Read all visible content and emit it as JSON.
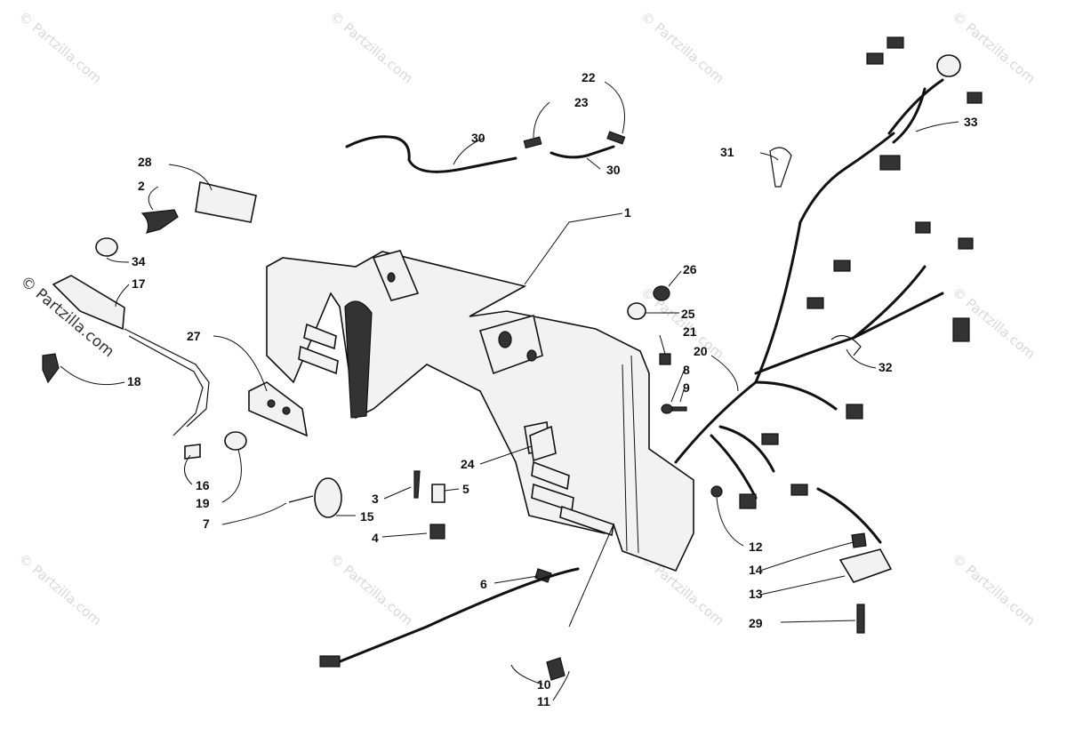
{
  "watermark": "© Partzilla.com",
  "callouts": [
    "1",
    "2",
    "3",
    "4",
    "5",
    "6",
    "7",
    "8",
    "9",
    "10",
    "11",
    "12",
    "13",
    "14",
    "15",
    "16",
    "17",
    "18",
    "19",
    "20",
    "21",
    "22",
    "23",
    "24",
    "25",
    "26",
    "27",
    "28",
    "29",
    "30",
    "30",
    "31",
    "32",
    "33",
    "34"
  ]
}
